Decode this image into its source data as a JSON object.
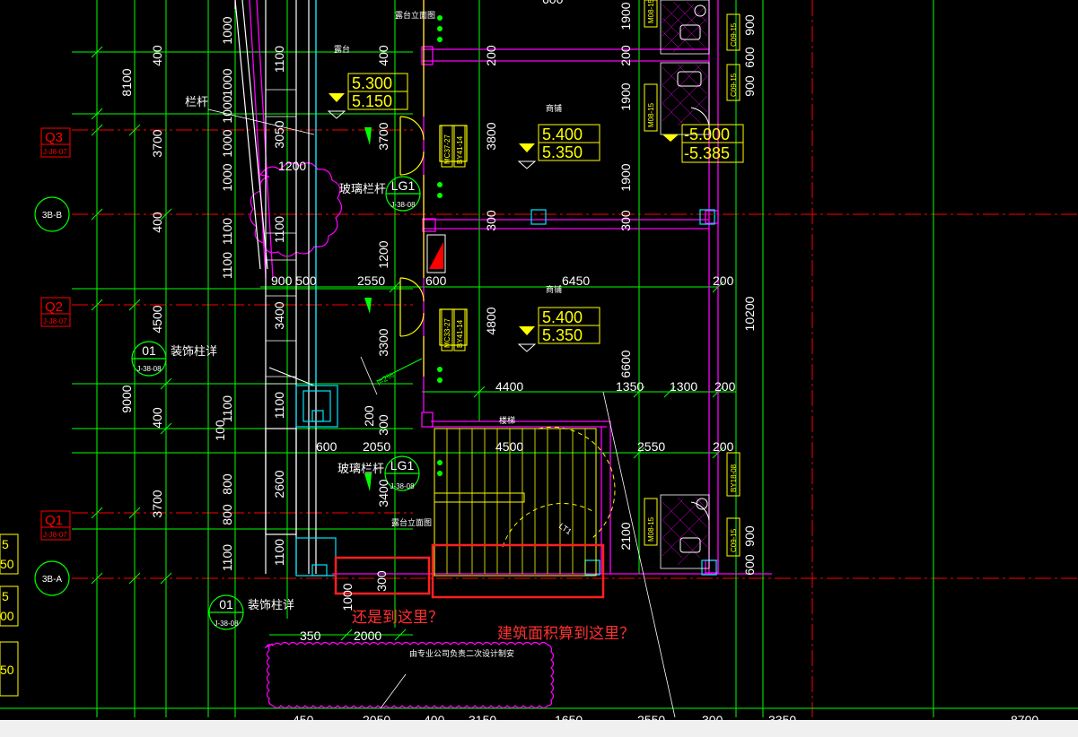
{
  "colors": {
    "background": "#000000",
    "axis": "#ff0000",
    "dimension": "#00ff00",
    "wall": "#ffffff",
    "partition": "#ff00ff",
    "annotation": "#ffff00",
    "stair": "#ffff00",
    "highlight": "#ff2020",
    "window": "#00e5ff",
    "bottom_strip": "#f0f0f0"
  },
  "axes": {
    "q3": "Q3",
    "q3_ref": "J-J8-07",
    "q2": "Q2",
    "q2_ref": "J-J8-07",
    "q1": "Q1",
    "q1_ref": "J-J8-07",
    "b": "3B-B",
    "a": "3B-A"
  },
  "dims": {
    "left_8100": "8100",
    "left_3700a": "3700",
    "left_9000": "9000",
    "left_3700b": "3700",
    "c2_400a": "400",
    "c2_400b": "400",
    "c2_4500": "4500",
    "c2_400c": "400",
    "c3_1000a": "1000",
    "c3_1000b": "1000",
    "c3_1000c": "1000",
    "c3_1000d": "1000",
    "c3_1000e": "1000",
    "c3_1100a": "1100",
    "c3_1100b": "1100",
    "c3_1100c": "1100",
    "c3_800a": "800",
    "c3_800b": "800",
    "c3_1100d": "1100",
    "c3_100": "100",
    "c4_1100a": "1100",
    "c4_3050": "3050",
    "c4_1100b": "1100",
    "c4_3400": "3400",
    "c4_1100c": "1100",
    "c4_2600": "2600",
    "c4_1100d": "1100",
    "c5_400": "400",
    "c5_3700": "3700",
    "c5_1200": "1200",
    "c5_3300": "3300",
    "c5_3400": "3400",
    "c5_200": "200",
    "c5_300": "300",
    "r_900_500": "900 500",
    "r_2550": "2550",
    "r_600": "600",
    "r_1200": "1200",
    "r_600b": "600",
    "r_2050": "2050",
    "m_200": "200",
    "m_3800": "3800",
    "m_300": "300",
    "m_4800": "4800",
    "m_6450": "6450",
    "m_4400": "4400",
    "m_4500": "4500",
    "e_1900a": "1900",
    "e_200": "200",
    "e_1900b": "1900",
    "e_1900c": "1900",
    "e_300": "300",
    "e_6600": "6600",
    "e_2100": "2100",
    "e_1350": "1350",
    "e_1300": "1300",
    "e_200b": "200",
    "e_2550": "2550",
    "e_200c": "200",
    "e_200d": "200",
    "f_900a": "900",
    "f_600a": "600",
    "f_900b": "900",
    "f_10200": "10200",
    "f_900c": "900",
    "f_600b": "600",
    "bot_1000": "1000",
    "bot_300": "300",
    "bot_350": "350",
    "bot_2000": "2000",
    "bot_row_1": "450",
    "bot_row_2": "2050",
    "bot_row_3": "400",
    "bot_row_4": "3150",
    "bot_row_5": "1650",
    "bot_row_6": "2550",
    "bot_row_7": "300",
    "bot_row_8": "3350",
    "bot_row_9": "8700",
    "edge_1": "5",
    "edge_2": "50",
    "edge_3": "5",
    "edge_4": "00",
    "edge_5": "50"
  },
  "levels": {
    "terrace_top": "5.300",
    "terrace_bottom": "5.150",
    "shop1_top": "5.400",
    "shop1_bottom": "5.350",
    "shop2_top": "5.400",
    "shop2_bottom": "5.350",
    "right_top": "-5.000",
    "right_bottom": "-5.385"
  },
  "labels": {
    "terrace": "露台",
    "terrace_elev_top": "露台立面图",
    "terrace_elev_bottom": "露台立面图",
    "railing": "栏杆",
    "glass_railing_1": "玻璃栏杆",
    "glass_railing_2": "玻璃栏杆",
    "lg1_1": "LG1",
    "lg1_1_ref": "J-38-08",
    "lg1_2": "LG1",
    "lg1_2_ref": "J-38-08",
    "deco_col_1_num": "01",
    "deco_col_1_ref": "J-38-08",
    "deco_col_1": "装饰柱详",
    "deco_col_2_num": "01",
    "deco_col_2_ref": "J-38-08",
    "deco_col_2": "装饰柱详",
    "shop_1": "商铺",
    "shop_2": "商铺",
    "stair": "楼梯",
    "note_bottom": "由专业公司负责二次设计制安",
    "slope": "i=2%",
    "door_1": "MC37-27",
    "door_1b": "BY41-14",
    "door_2": "MC33-27",
    "door_2b": "BY41-14",
    "d_m08_1": "M08-15",
    "d_c09_1": "C09-15",
    "d_m08_2": "M08-15",
    "d_c09_2": "C09-15",
    "d_m08_3": "M08-15",
    "d_c09_3": "C09-15",
    "d_b18": "BY18-08",
    "stair_mark": "LT1",
    "top_partial": "600"
  },
  "annotations": {
    "q_left": "还是到这里？",
    "q_right": "建筑面积算到这里？"
  }
}
